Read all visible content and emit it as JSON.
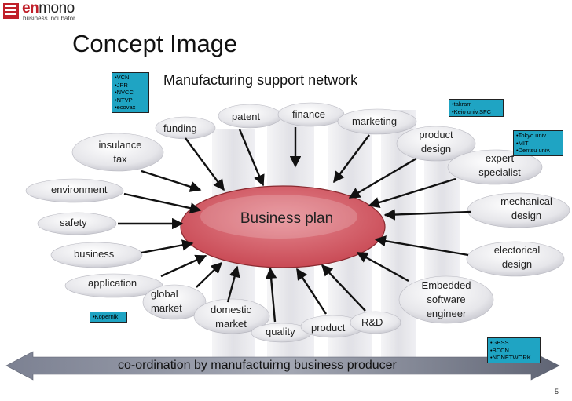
{
  "logo": {
    "word_red": "en",
    "word_dark": "mono",
    "sub": "business incubator"
  },
  "title": "Concept Image",
  "subtitle": "Manufacturing support network",
  "center_label": "Business plan",
  "footer": "co-ordination by manufactuirng business producer",
  "page_number": "5",
  "labels": {
    "funding": "funding",
    "patent": "patent",
    "finance": "finance",
    "marketing": "marketing",
    "product_design_1": "product",
    "product_design_2": "design",
    "insulance_1": "insulance",
    "insulance_2": "tax",
    "expert_1": "expert",
    "expert_2": "specialist",
    "environment": "environment",
    "mechanical_1": "mechanical",
    "mechanical_2": "design",
    "safety": "safety",
    "business": "business",
    "electrical_1": "electorical",
    "electrical_2": "design",
    "application": "application",
    "embedded_1": "Embedded",
    "embedded_2": "software",
    "embedded_3": "engineer",
    "global_1": "global",
    "global_2": "market",
    "domestic_1": "domestic",
    "domestic_2": "market",
    "quality": "quality",
    "product": "product",
    "rd": "R&D"
  },
  "boxes": {
    "vc": [
      "•VCN",
      "•JPR",
      "•NVCC",
      "•NTVP",
      "•ecovax"
    ],
    "takram": [
      "•takram",
      "•Keio univ.SFC"
    ],
    "tokyo": [
      "•Tokyo univ.",
      "•MIT",
      "•Dentsu univ."
    ],
    "kopernik": [
      "•Kopernik"
    ],
    "gbss": [
      "•GBSS",
      "•BCCN",
      "•NCNETWORK"
    ]
  },
  "colors": {
    "logo_red": "#c0202a",
    "ellipse": "#d9686f",
    "ellipse_stroke": "#8a2a30",
    "box_fill": "#1fa4c3",
    "bar_start": "#8a8f9e",
    "bar_end": "#5a5f6e"
  }
}
